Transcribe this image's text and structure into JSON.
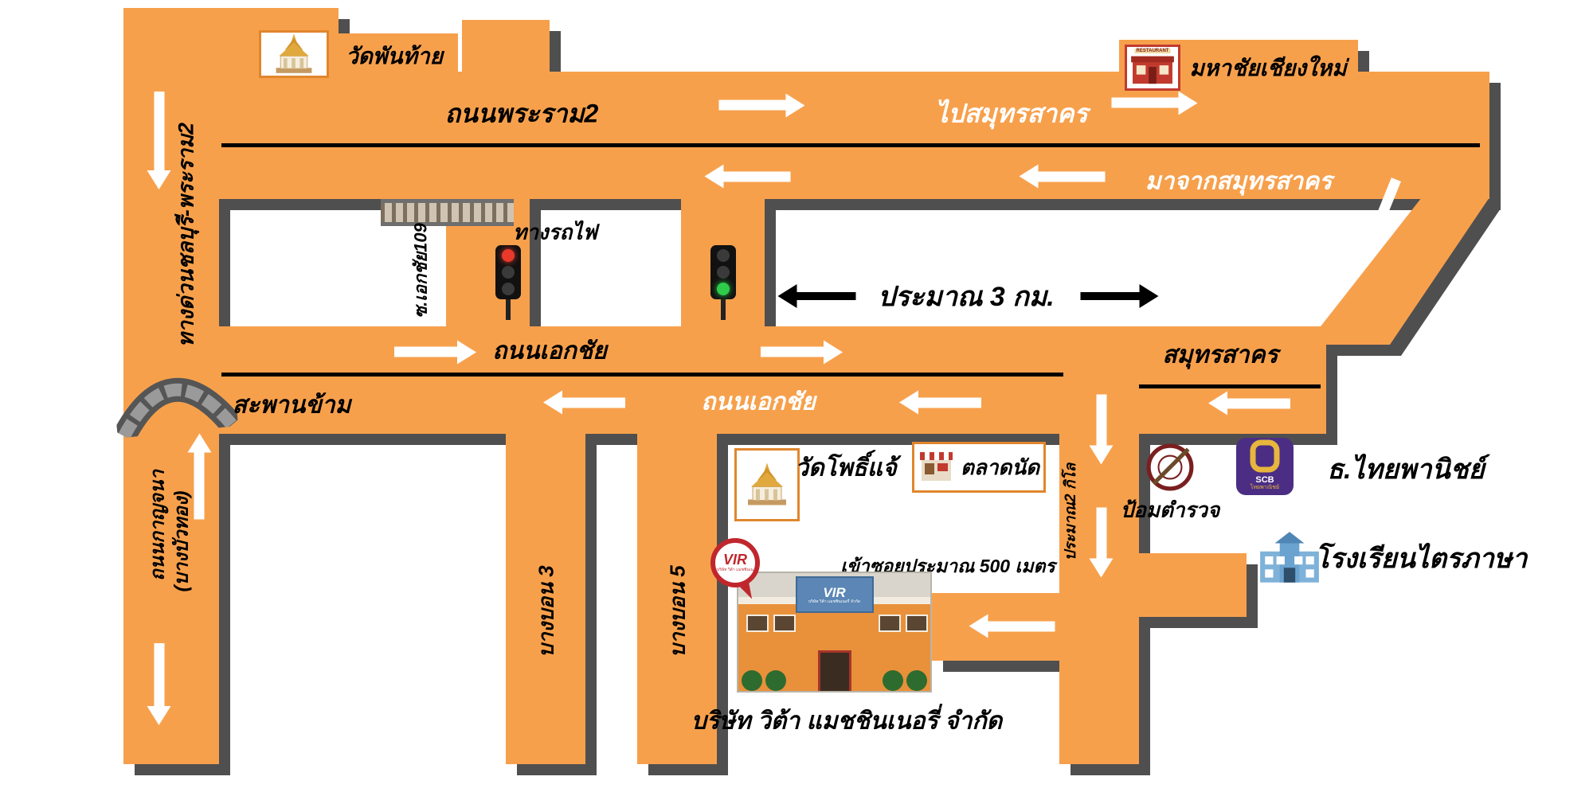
{
  "colors": {
    "road": "#F7A04C",
    "shadow": "#4F4F4F",
    "pin_red": "#C0272D",
    "scb_purple": "#4B2E83",
    "police_red": "#7A1F1F",
    "sign_blue": "#5B86B5",
    "building_orange": "#E8913A"
  },
  "labels": {
    "expressway": "ทางด่วนชลบุรี-พระราม2",
    "kanchana_road": "ถนนกาญจนา",
    "kanchana_sub": "(บางบัวทอง)",
    "rama2": "ถนนพระราม2",
    "to_samutsakhon": "ไปสมุทรสาคร",
    "from_samutsakhon": "มาจากสมุทรสาคร",
    "wat_phanthai": "วัดพันท้าย",
    "mahachai_chiangmai": "มหาชัยเชียงใหม่",
    "soi_ekachai_109": "ซ.เอกชัย109",
    "railway": "ทางรถไฟ",
    "approx_3km": "ประมาณ 3 กม.",
    "ekachai_upper": "ถนนเอกชัย",
    "ekachai_lower": "ถนนเอกชัย",
    "samutsakhon": "สมุทรสาคร",
    "bridge": "สะพานข้าม",
    "bangbon3": "บางบอน 3",
    "bangbon5": "บางบอน 5",
    "wat_phochae": "วัดโพธิ์แจ้",
    "market": "ตลาดนัด",
    "approx_2km": "ประมาณ2 กิโล",
    "police": "ป้อมตำรวจ",
    "scb_bank": "ธ.ไทยพานิชย์",
    "school": "โรงเรียนไตรภาษา",
    "soi_500m": "เข้าซอยประมาณ 500 เมตร",
    "company_caption": "บริษัท วิต้า แมชชินเนอรี่ จำกัด"
  },
  "icons": {
    "restaurant_banner": "RESTAURANT",
    "scb_text": "SCB",
    "scb_sub": "ไทยพาณิชย์"
  },
  "pin": {
    "brand": "VIR",
    "subtext": "บริษัท วิต้า แมชชินเนอรี่ จำกัด"
  },
  "building_sign": {
    "brand": "VIR",
    "line1": "บริษัท วิต้า แมชชินเนอรี่ จำกัด"
  }
}
